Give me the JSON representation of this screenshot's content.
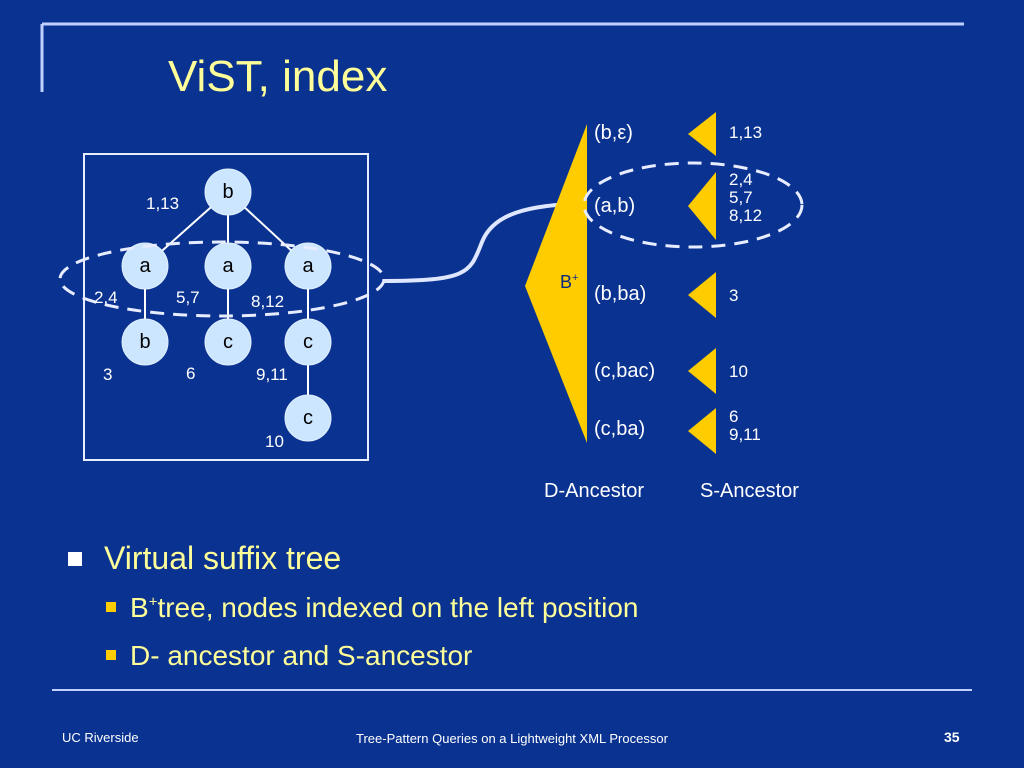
{
  "slide": {
    "title": "ViST, index",
    "page_number": "35"
  },
  "tree": {
    "nodes": [
      "b",
      "a",
      "a",
      "a",
      "b",
      "c",
      "c",
      "c"
    ],
    "labels": [
      "1,13",
      "2,4",
      "5,7",
      "8,12",
      "3",
      "6",
      "9,11",
      "10"
    ]
  },
  "index": {
    "btree_label": "B",
    "btree_sup": "+",
    "keys": [
      "(b,ε)",
      "(a,b)",
      "(b,ba)",
      "(c,bac)",
      "(c,ba)"
    ],
    "sancestor_values": [
      [
        "1,13"
      ],
      [
        "2,4",
        "5,7",
        "8,12"
      ],
      [
        "3"
      ],
      [
        "10"
      ],
      [
        "6",
        "9,11"
      ]
    ],
    "d_ancestor_label": "D-Ancestor",
    "s_ancestor_label": "S-Ancestor"
  },
  "bullets": {
    "main": "Virtual suffix tree",
    "sub1_prefix": "B",
    "sub1_sup": "+",
    "sub1_rest": "tree, nodes indexed on the left position",
    "sub2": "D- ancestor and S-ancestor"
  },
  "footer": {
    "left": "UC Riverside",
    "center": "Tree-Pattern Queries on a Lightweight XML Processor"
  },
  "colors": {
    "background": "#0a3290",
    "title": "#ffff99",
    "node_fill": "#cce6ff",
    "btree_fill": "#ffcc00",
    "accent_line": "#c0d0ff"
  }
}
